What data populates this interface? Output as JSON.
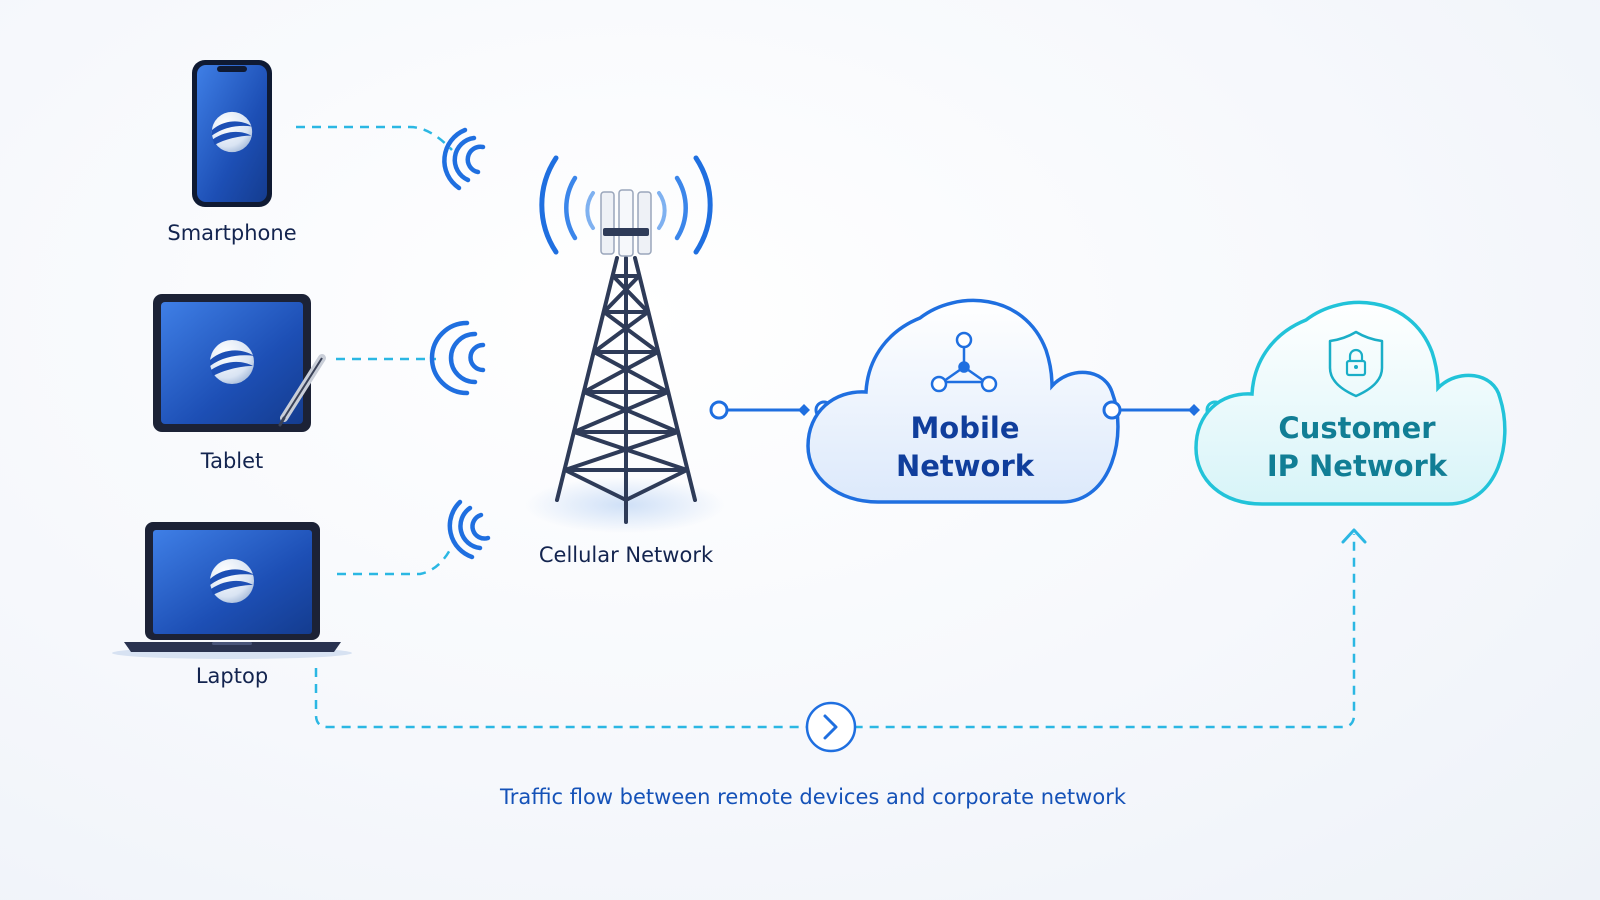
{
  "devices": {
    "smartphone": {
      "label": "Smartphone",
      "icon": "smartphone-icon"
    },
    "tablet": {
      "label": "Tablet",
      "icon": "tablet-icon"
    },
    "laptop": {
      "label": "Laptop",
      "icon": "laptop-icon"
    }
  },
  "tower": {
    "label": "Cellular Network",
    "icon": "cell-tower-icon"
  },
  "mobile_network": {
    "line1": "Mobile",
    "line2": "Network",
    "icon": "network-nodes-icon"
  },
  "customer_network": {
    "line1": "Customer",
    "line2": "IP Network",
    "icon": "shield-lock-icon"
  },
  "flow": {
    "icon": "chevron-right-icon"
  },
  "caption": "Traffic flow between remote devices and corporate network",
  "colors": {
    "primary_blue": "#1f6fe0",
    "dark_navy": "#13244f",
    "mobile_text": "#103e9c",
    "teal": "#22c3d9",
    "customer_text": "#117e95",
    "dash_cyan": "#2bb7e3",
    "caption_blue": "#1552b8"
  }
}
